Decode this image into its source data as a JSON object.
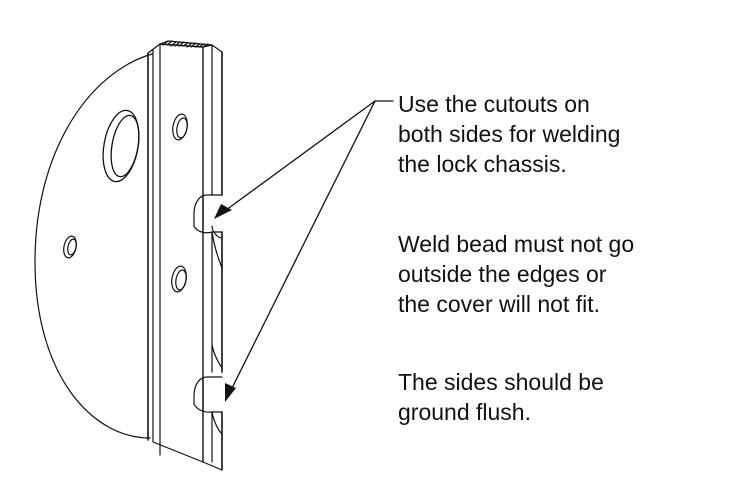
{
  "colors": {
    "line": "#111111",
    "background": "#ffffff"
  },
  "annotations": [
    {
      "text": "Use the cutouts on\nboth sides for welding\nthe lock chassis."
    },
    {
      "text": "Weld bead must not go\noutside the edges or\nthe cover will not fit."
    },
    {
      "text": "The sides should be\nground flush."
    }
  ]
}
